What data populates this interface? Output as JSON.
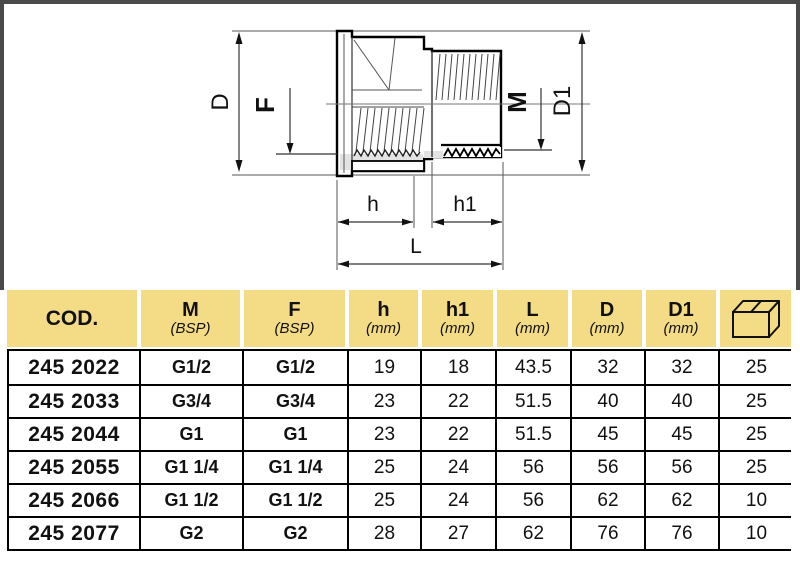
{
  "colors": {
    "header_bg": "#f3dc85",
    "frame": "#4a4a4a",
    "table_border": "#000000",
    "background": "#ffffff"
  },
  "drawing": {
    "description": "female-to-male threaded adaptor fitting, sectioned technical drawing",
    "dimension_labels": {
      "D": "D",
      "F": "F",
      "M": "M",
      "D1": "D1",
      "h": "h",
      "h1": "h1",
      "L": "L"
    }
  },
  "table": {
    "header": [
      {
        "main": "COD.",
        "sub": ""
      },
      {
        "main": "M",
        "sub": "(BSP)"
      },
      {
        "main": "F",
        "sub": "(BSP)"
      },
      {
        "main": "h",
        "sub": "(mm)"
      },
      {
        "main": "h1",
        "sub": "(mm)"
      },
      {
        "main": "L",
        "sub": "(mm)"
      },
      {
        "main": "D",
        "sub": "(mm)"
      },
      {
        "main": "D1",
        "sub": "(mm)"
      },
      {
        "main": "",
        "sub": "",
        "icon": "package-box-icon"
      }
    ],
    "rows": [
      [
        "245 2022",
        "G1/2",
        "G1/2",
        "19",
        "18",
        "43.5",
        "32",
        "32",
        "25"
      ],
      [
        "245 2033",
        "G3/4",
        "G3/4",
        "23",
        "22",
        "51.5",
        "40",
        "40",
        "25"
      ],
      [
        "245 2044",
        "G1",
        "G1",
        "23",
        "22",
        "51.5",
        "45",
        "45",
        "25"
      ],
      [
        "245 2055",
        "G1 1/4",
        "G1 1/4",
        "25",
        "24",
        "56",
        "56",
        "56",
        "25"
      ],
      [
        "245 2066",
        "G1 1/2",
        "G1 1/2",
        "25",
        "24",
        "56",
        "62",
        "62",
        "10"
      ],
      [
        "245 2077",
        "G2",
        "G2",
        "28",
        "27",
        "62",
        "76",
        "76",
        "10"
      ]
    ]
  }
}
